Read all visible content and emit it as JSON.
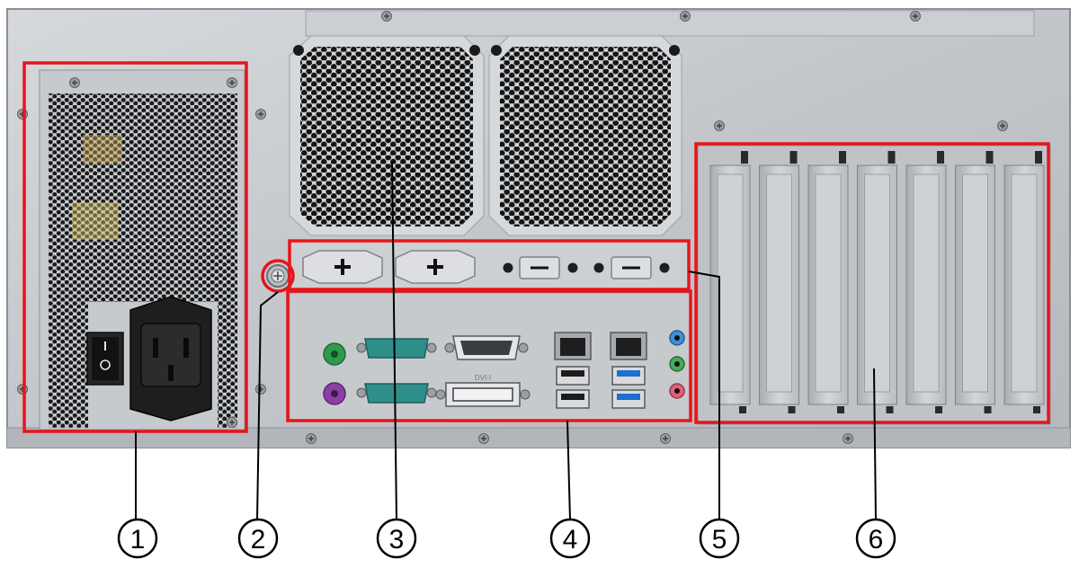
{
  "figure": {
    "callouts": [
      {
        "number": "1",
        "part": "power-supply"
      },
      {
        "number": "2",
        "part": "grounding-screw"
      },
      {
        "number": "3",
        "part": "fan-grills"
      },
      {
        "number": "4",
        "part": "io-interface-panel"
      },
      {
        "number": "5",
        "part": "optional-interface-knockouts"
      },
      {
        "number": "6",
        "part": "expansion-card-slots"
      }
    ],
    "connector_labels": {
      "dvi": "DVI-I"
    },
    "colors": {
      "highlight": "#e8141b",
      "chassis": "#c4c8cc",
      "ps2_mouse": "#2e9a4c",
      "ps2_keyboard": "#8a3fa6",
      "serial_port": "#2f8f8a",
      "usb3": "#1d6fd0",
      "audio_in": "#3f8fd8",
      "audio_out": "#4aa85a",
      "audio_mic": "#e0607a"
    }
  }
}
